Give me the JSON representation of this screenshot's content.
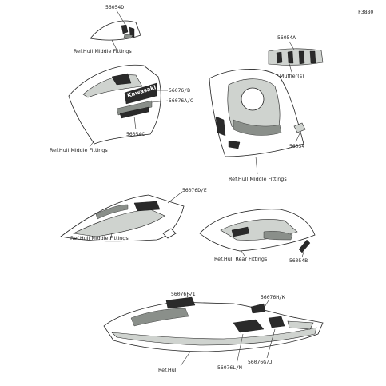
{
  "figure_code": "F3880",
  "labels": {
    "p56054D": "56054D",
    "ref_hmf_1": "Ref.Hull Middle Fittings",
    "p56054A": "56054A",
    "ref_muffler": "Ref.Muffler(s)",
    "p56076B": "56076/B",
    "p56076AC": "56076A/C",
    "p56054C": "56054C",
    "ref_hmf_2": "Ref.Hull Middle Fittings",
    "p56054": "56054",
    "ref_hmf_3": "Ref.Hull Middle Fittings",
    "p56076DE": "56076D/E",
    "ref_hmf_4": "Ref.Hull Middle Fittings",
    "ref_hrf": "Ref.Hull Rear Fittings",
    "p56054B": "56054B",
    "p56076FI": "56076F/I",
    "p56076HK": "56076H/K",
    "ref_hull": "Ref.Hull",
    "p56076LM": "56076L/M",
    "p56076GJ": "56076G/J"
  },
  "decal_text": "Kawasaki"
}
